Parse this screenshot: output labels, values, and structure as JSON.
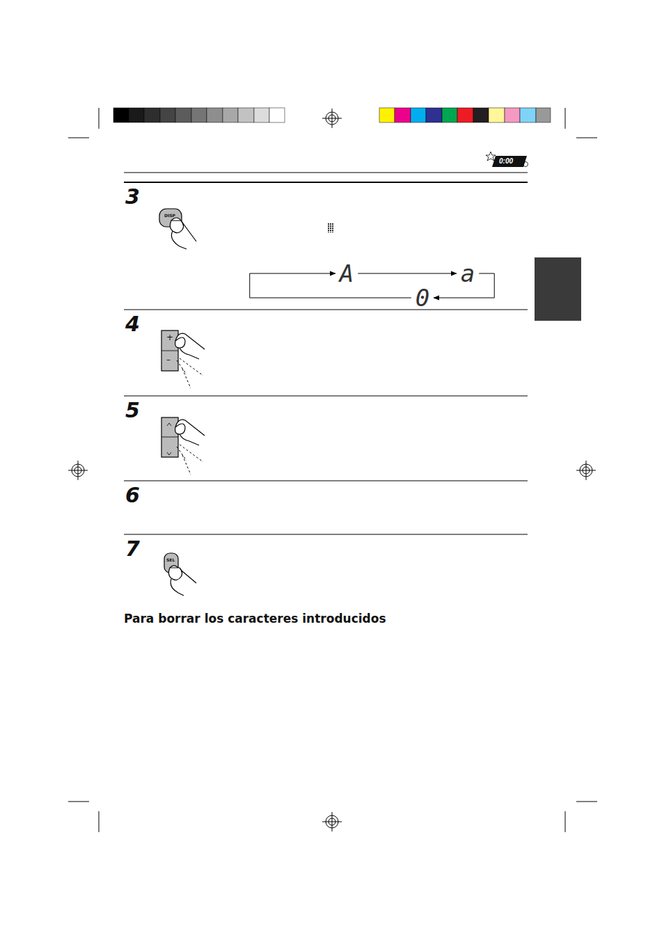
{
  "diagram": {
    "nodes": [
      {
        "text": [
          "A"
        ]
      },
      {
        "text": [
          "a"
        ]
      },
      {
        "text": [
          "0"
        ]
      }
    ],
    "edges": [
      {
        "from": 0,
        "to": 1,
        "arrow": "to"
      },
      {
        "from": 1,
        "to": 2,
        "arrow": "to"
      },
      {
        "from": 2,
        "to": 0,
        "arrow": "to"
      }
    ],
    "labels": [
      "0:00",
      "3",
      "DISP",
      "4",
      "+",
      "–",
      "5",
      "6",
      "7",
      "SEL",
      "Para borrar los caracteres introducidos"
    ]
  }
}
